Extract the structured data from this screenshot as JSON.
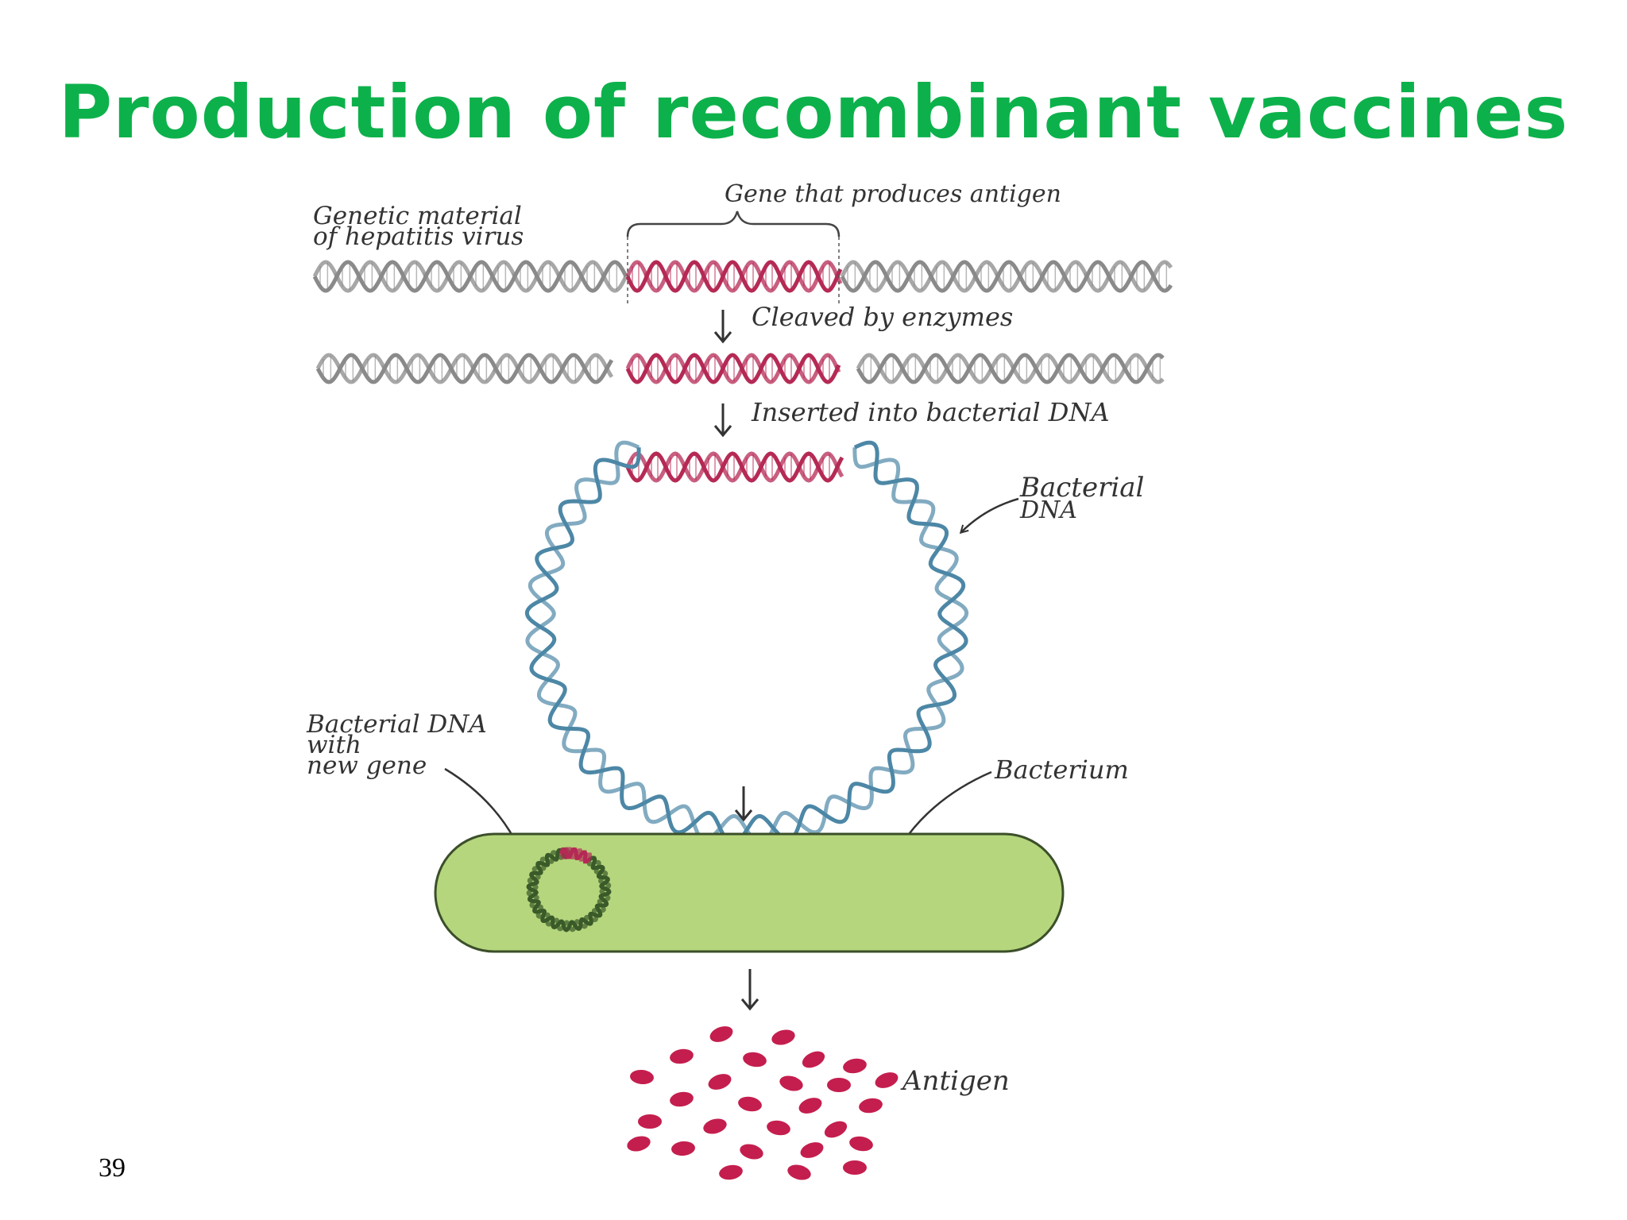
{
  "slide": {
    "title": "Production of recombinant vaccines",
    "page_number": "39"
  },
  "colors": {
    "title": "#0db14b",
    "virus_dna": "#8a8a8a",
    "antigen_gene": "#b52a55",
    "bacterial_dna": "#4d87a6",
    "bacterium_fill": "#b5d67c",
    "bacterium_stroke": "#3b4f2a",
    "antigen": "#c41e4e"
  },
  "labels": {
    "genetic_material_line1": "Genetic material",
    "genetic_material_line2": "of hepatitis virus",
    "gene_antigen": "Gene that produces antigen",
    "cleaved": "Cleaved by enzymes",
    "inserted": "Inserted into bacterial DNA",
    "bacterial_dna_line1": "Bacterial",
    "bacterial_dna_line2": "DNA",
    "bacterial_new_line1": "Bacterial DNA",
    "bacterial_new_line2": "with",
    "bacterial_new_line3": "new gene",
    "bacterium": "Bacterium",
    "antigen": "Antigen"
  },
  "icons": {
    "flow_arrow": "down-arrow-icon",
    "pointer": "curved-arrow-icon"
  }
}
